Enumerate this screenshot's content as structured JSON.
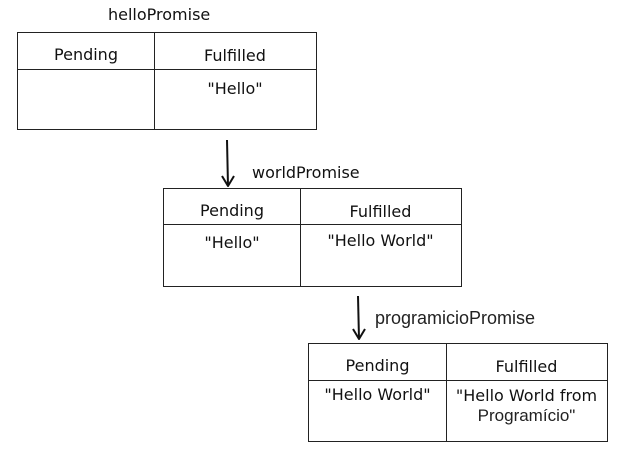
{
  "promises": [
    {
      "name": "helloPromise",
      "pending_header": "Pending",
      "fulfilled_header": "Fulfilled",
      "pending_value": "",
      "fulfilled_value": "\"Hello\""
    },
    {
      "name": "worldPromise",
      "pending_header": "Pending",
      "fulfilled_header": "Fulfilled",
      "pending_value": "\"Hello\"",
      "fulfilled_value": "\"Hello World\""
    },
    {
      "name": "programicioPromise",
      "pending_header": "Pending",
      "fulfilled_header": "Fulfilled",
      "pending_value": "\"Hello World\"",
      "fulfilled_value_line1": "\"Hello World from",
      "fulfilled_value_line2": "Programício\""
    }
  ],
  "colors": {
    "stroke": "#222222",
    "text": "#111111",
    "background": "#ffffff"
  },
  "icons": {
    "arrow": "arrow-down-icon"
  }
}
